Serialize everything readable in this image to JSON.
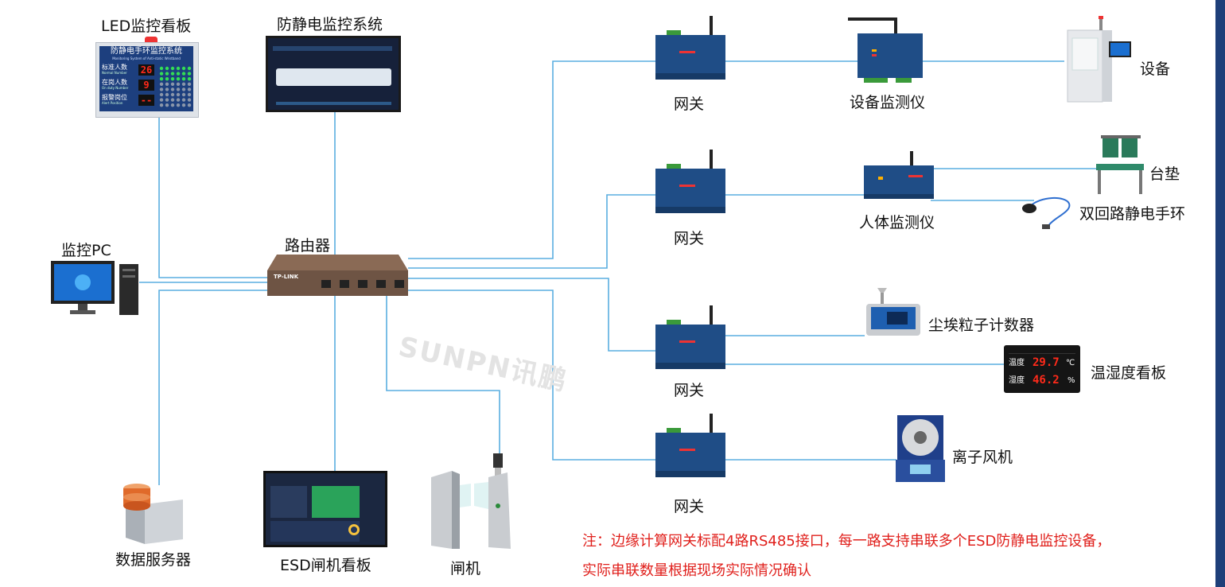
{
  "labels": {
    "led_board": "LED监控看板",
    "monitor_system": "防静电监控系统",
    "monitor_pc": "监控PC",
    "router": "路由器",
    "data_server": "数据服务器",
    "esd_gate_board": "ESD闸机看板",
    "gate": "闸机",
    "gateway": "网关",
    "equipment_monitor": "设备监测仪",
    "equipment": "设备",
    "human_monitor": "人体监测仪",
    "mat": "台垫",
    "wrist_strap": "双回路静电手环",
    "dust_counter": "尘埃粒子计数器",
    "temp_humidity_board": "温湿度看板",
    "ion_fan": "离子风机"
  },
  "led_panel": {
    "title_cn": "防静电手环监控系统",
    "title_en": "Monitoring System of Anti-static Wristband",
    "rows": [
      {
        "cn": "标准人数",
        "en": "Normal Number",
        "value": "26"
      },
      {
        "cn": "在岗人数",
        "en": "On duty Number",
        "value": "9"
      },
      {
        "cn": "报警岗位",
        "en": "Alert Position",
        "value": "--"
      }
    ]
  },
  "router_brand": "TP-LINK",
  "temp_board": {
    "rows": [
      {
        "cn": "温度",
        "value": "29.7",
        "unit": "℃"
      },
      {
        "cn": "湿度",
        "value": "46.2",
        "unit": "%"
      }
    ]
  },
  "watermark": "SUNPN讯鹏",
  "note": {
    "line1": "注：边缘计算网关标配4路RS485接口，每一路支持串联多个ESD防静电监控设备，",
    "line2": "实际串联数量根据现场实际情况确认"
  },
  "colors": {
    "wire": "#5aaee0",
    "note": "#e0201c",
    "gateway": "#1f4d86",
    "led_red": "#ff2a1a",
    "led_green": "#33dd55",
    "frame_edge": "#1e3f79"
  }
}
